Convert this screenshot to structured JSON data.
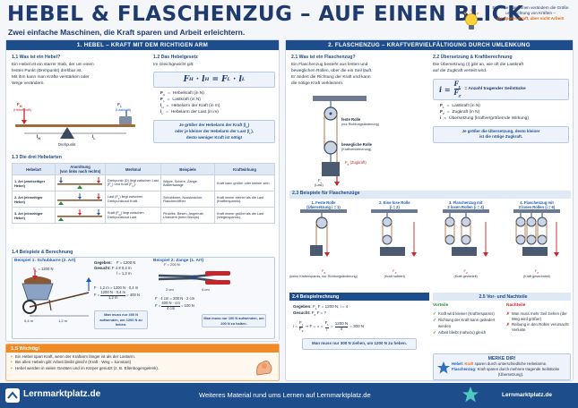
{
  "title": "HEBEL & FLASCHENZUG – AUF EINEN BLICK",
  "subtitle": "Zwei einfache Maschinen, die Kraft sparen und Arbeit erleichtern.",
  "tip": {
    "l1": "Einfache Maschinen verändern die Größe",
    "l2": "und Richtung von Kräften –",
    "l3": "sie sparen Kraft, aber nicht Arbeit!"
  },
  "left": {
    "bar": "1. HEBEL – KRAFT MIT DEM RICHTIGEN ARM",
    "s11": {
      "title": "1.1 Was ist ein Hebel?",
      "l1": "Ein Hebel ist ein starrer Stab, der um einen",
      "l2": "festen Punkt (Drehpunkt) drehbar ist.",
      "l3": "Mit ihm kann man Kräfte verstärken oder",
      "l4": "Wege verändern.",
      "fh": "F",
      "fh_sub": "H",
      "fh_note": "(Hebelkraft)",
      "fl": "F",
      "fl_sub": "L",
      "fl_note": "(Lastkraft)",
      "lh": "l",
      "lh_sub": "H",
      "ll": "l",
      "ll_sub": "L",
      "pivot": "Drehpunkt"
    },
    "s12": {
      "title": "1.2 Das Hebelgesetz",
      "intro": "Im Gleichgewicht gilt:",
      "formula": "F",
      "formula_sub1": "H",
      "formula_mid": "· l",
      "formula_sub2": "H",
      "formula_eq": "=",
      "formula_r": "F",
      "formula_sub3": "L",
      "formula_r2": "· l",
      "formula_sub4": "L",
      "defs": [
        [
          "F",
          "H",
          "=",
          "Hebelkraft (in N)"
        ],
        [
          "F",
          "L",
          "=",
          "Lastkraft (in N)"
        ],
        [
          "l",
          "H",
          "=",
          "Hebelarm der Kraft (in m)"
        ],
        [
          "l",
          "L",
          "=",
          "Hebelarm der Last (in m)"
        ]
      ],
      "note1": "Je größer der Hebelarm der Kraft (l",
      "note_sub": "H",
      "note2": ")",
      "note3": "oder je kleiner der Hebelarm der Last (l",
      "note_sub2": "L",
      "note4": "),",
      "note5": "desto weniger Kraft ist nötig!"
    },
    "s13": {
      "title": "1.3 Die drei Hebelarten",
      "headers": [
        "Hebelart",
        "Anordnung\n(von links nach rechts)",
        "Merkmal",
        "Beispiele",
        "Kraftwirkung"
      ],
      "rows": [
        {
          "art": "1. Art (zweiseitiger Hebel)",
          "merk": "Drehpunkt (D) liegt zwischen Last (F",
          "merk2": ") und Kraft (F",
          "merk3": ").",
          "bsp": "Wippe, Schere, Zange, Balkenwaage",
          "kraft": "Kraft kann größer oder kleiner sein."
        },
        {
          "art": "2. Art (einseitiger Hebel)",
          "merk": "Last (F",
          "merk2": ") liegt zwischen Drehpunkt",
          "merk3": "und Kraft.",
          "bsp": "Schubkarre, Nussknacker, Flaschenöffner",
          "kraft": "Kraft immer kleiner als die Last (Kraftersparnis)."
        },
        {
          "art": "3. Art (einseitiger Hebel)",
          "merk": "Kraft (F",
          "merk2": ") liegt zwischen Drehpunkt",
          "merk3": "und Last.",
          "bsp": "Pinzette, Besen, Angelrute, Unterarm (beim Bizeps)",
          "kraft": "Kraft immer größer als die Last (Wegersparnis)."
        }
      ]
    },
    "s14": {
      "title": "1.4 Beispiele & Berechnung",
      "b1": "Beispiel 1: Schubkarre (2. Art)",
      "b2": "Beispiel 2: Zange (1. Art)",
      "force1": "F",
      "force1_sub": "L",
      "force1_val": "= 1200 N",
      "d1": "0,4 m",
      "d2": "1,2 m",
      "g1": "Gegeben:",
      "g1_vals": [
        "F = 1200 N",
        "l = 0,4 m",
        "l = 1,2 m"
      ],
      "g1_subs": [
        "L",
        "L",
        "H"
      ],
      "ges1": "Gesucht:",
      "ges1_val": "F = ?",
      "calc1a": "F · 1,2 m = 1200 N · 0,4 m",
      "calc1b": "F =",
      "calc1c": "1200 N · 0,4 m",
      "calc1d": "1,2 m",
      "calc1e": "= 400 N",
      "res1": "Man muss nur 400 N aufwenden, um 1200 N zu heben.",
      "force2": "F = 200 N",
      "d3": "4 cm",
      "d4": "2 cm",
      "fl2": "F",
      "calc2a": "F · 4 cm = 200 N · 2 cm",
      "calc2b": "F =",
      "calc2c": "400 N · cm",
      "calc2d": "4 cm",
      "calc2e": "= 100 N",
      "res2": "Man muss nur 100 N aufwenden, um 200 N zu halten."
    },
    "s15": {
      "title": "1.5 Wichtig!",
      "items": [
        "Ein Hebel spart Kraft, wenn der Kraftarm länger ist als der Lastarm.",
        "Bei allen Hebeln gilt: Arbeit bleibt gleich! (Kraft · Weg = konstant)",
        "Hebel werden in vielen Geräten und im Körper genutzt (z. B. Ellenbogengelenk)."
      ]
    }
  },
  "right": {
    "bar": "2. FLASCHENZUG – KRAFTVERVIELFÄLTIGUNG DURCH UMLENKUNG",
    "s21": {
      "title": "2.1 Was ist ein Flaschenzug?",
      "l1": "Ein Flaschenzug besteht aus festen und",
      "l2": "beweglichen Rollen, über die ein Seil läuft.",
      "l3": "Er ändert die Richtung der Kraft und kann",
      "l4": "die nötige Kraft verkleinern.",
      "fixed": "feste Rolle",
      "fixed_note": "(nur Richtungsänderung)",
      "mov": "bewegliche Rolle",
      "mov_note": "(Kraftverkleinerung)",
      "fz": "F",
      "fz_sub": "Z",
      "fz_note": "(Zugkraft)",
      "flp": "F",
      "flp_sub": "L",
      "flp_note": "(Last)"
    },
    "s22": {
      "title": "2.2 Übersetzung & Kraftberechnung",
      "l1": "Die Übersetzung (i) gibt an, wie oft die Lastkraft",
      "l2": "auf die Zugkraft verteilt wird.",
      "f_i": "i =",
      "f_num": "F",
      "f_num_sub": "L",
      "f_den": "F",
      "f_den_sub": "Z",
      "f_eq": "= Anzahl tragender Seilstücke",
      "defs": [
        [
          "F",
          "L",
          "=",
          "Lastkraft (in N)"
        ],
        [
          "F",
          "Z",
          "=",
          "Zugkraft (in N)"
        ],
        [
          "i",
          "",
          "=",
          "Übersetzung (kraftvergrößernde Wirkung)"
        ]
      ],
      "note1": "Je größer die Übersetzung, desto kleiner",
      "note2": "ist die nötige Zugkraft."
    },
    "s23": {
      "title": "2.3 Beispiele für Flaschenzüge",
      "items": [
        {
          "h": "1. Feste Rolle",
          "h2": "(Übersetzung i = 1)",
          "f": "F",
          "fsub": "Z",
          "cap": "(keine Kraftersparnis, nur Richtungsänderung)"
        },
        {
          "h": "2. Eine lose Rolle",
          "h2": "(i = 2)",
          "f": "F",
          "fsub": "Z",
          "cap": "(Kraft halbiert)"
        },
        {
          "h": "3. Flaschenzug mit",
          "h2": "2 losen Rollen (i = 4)",
          "f": "F",
          "fsub": "Z",
          "cap": "(Kraft geviertelt)"
        },
        {
          "h": "4. Flaschenzug mit",
          "h2": "3 losen Rollen (i = 6)",
          "f": "F",
          "fsub": "Z",
          "cap": "(Kraft gesechstelt)"
        }
      ]
    },
    "s24": {
      "title": "2.4 Beispielrechnung",
      "g": "Gegeben:",
      "g_val": "F = 1200 N, i = 4",
      "g_sub": "L",
      "ges": "Gesucht:",
      "ges_val": "F = ?",
      "ges_sub": "Z",
      "c1": "i =",
      "c2": "F",
      "c3": "F",
      "c4": "⇒ F =",
      "c5": "F",
      "c6": "i",
      "c7": "=",
      "c8": "1200 N",
      "c9": "4",
      "c10": "= 300 N",
      "res": "Man muss nur 300 N ziehen, um 1200 N zu heben."
    },
    "s25": {
      "title": "2.5 Vor- und Nachteile",
      "vt": "Vorteile",
      "nt": "Nachteile",
      "v": [
        "Kraft wird kleiner (Kraftersparnis)",
        "Richtung der Kraft kann geändert werden",
        "Arbeit bleibt (nahezu) gleich"
      ],
      "n": [
        "Man muss mehr Seil ziehen (der Weg wird größer)",
        "Reibung in den Rollen verursacht Verluste"
      ]
    },
    "merke": {
      "title": "MERKE DIR!",
      "l1a": "Hebel:",
      "l1b": "Kraft",
      "l1c": "sparen durch unterschiedliche Hebelarme.",
      "l2a": "Flaschenzug:",
      "l2b": "Kraft sparen durch mehrere tragende Seilstücke",
      "l2c": "(Übersetzung)."
    }
  },
  "footer": {
    "brand": "Lernmarktplatz.de",
    "mid": "Weiteres Material rund ums Lernen auf Lernmarktplatz.de",
    "right": "Lernmarktplatz.de"
  }
}
